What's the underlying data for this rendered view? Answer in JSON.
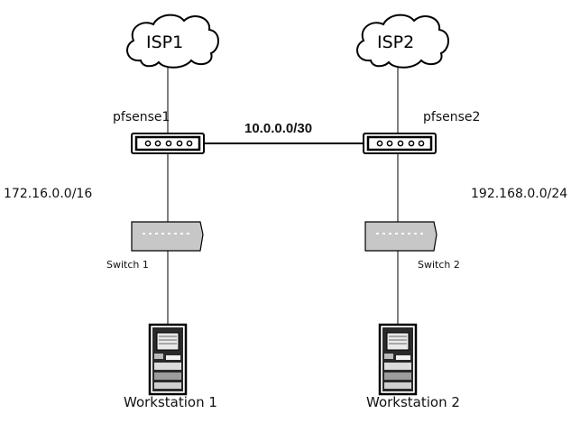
{
  "clouds": {
    "isp1": "ISP1",
    "isp2": "ISP2"
  },
  "routers": {
    "r1": "pfsense1",
    "r2": "pfsense2"
  },
  "wan_link": "10.0.0.0/30",
  "lans": {
    "lan1": "172.16.0.0/16",
    "lan2": "192.168.0.0/24"
  },
  "switches": {
    "s1": "Switch 1",
    "s2": "Switch 2"
  },
  "workstations": {
    "w1": "Workstation 1",
    "w2": "Workstation 2"
  },
  "colors": {
    "line": "#000000",
    "switch_fill": "#c7c7c7",
    "router_fill": "#ffffff"
  }
}
